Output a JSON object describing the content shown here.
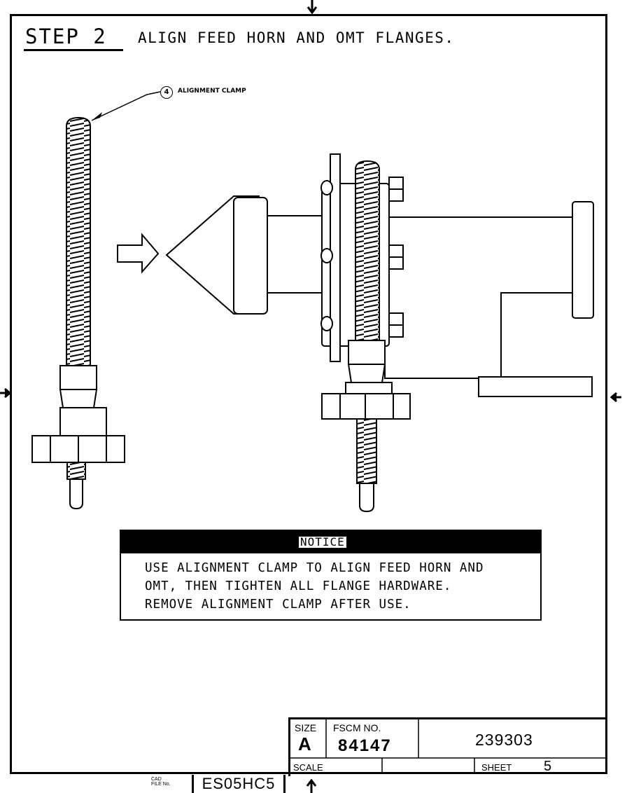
{
  "step": {
    "label": "STEP 2",
    "text": "ALIGN FEED HORN AND OMT FLANGES."
  },
  "callout": {
    "number": "4",
    "text": "ALIGNMENT CLAMP"
  },
  "notice": {
    "title": "NOTICE",
    "lines": [
      "USE ALIGNMENT CLAMP TO ALIGN FEED HORN AND",
      "OMT, THEN TIGHTEN ALL FLANGE HARDWARE.",
      "REMOVE ALIGNMENT CLAMP AFTER USE."
    ]
  },
  "title_block": {
    "size_label": "SIZE",
    "size_value": "A",
    "fscm_label": "FSCM NO.",
    "fscm_value": "84147",
    "drawing_number": "239303",
    "scale_label": "SCALE",
    "sheet_label": "SHEET",
    "sheet_value": "5"
  },
  "cad_file": {
    "label_top": "CAD",
    "label_bottom": "FILE No.",
    "value": "ES05HC5"
  }
}
